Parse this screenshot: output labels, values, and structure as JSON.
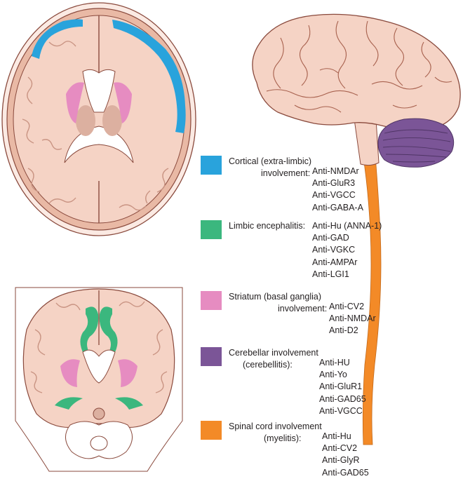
{
  "colors": {
    "cortical": "#29a3dc",
    "limbic": "#3bb77e",
    "striatum": "#e68cc1",
    "cerebellar": "#7b5597",
    "spinal": "#f38a27",
    "brain_fill": "#f5d3c5",
    "brain_outline": "#8a4a3d"
  },
  "legend": [
    {
      "key": "cortical",
      "color": "#29a3dc",
      "label_line1": "Cortical (extra-limbic)",
      "label_line2": "involvement:",
      "antibodies": [
        "Anti-NMDAr",
        "Anti-GluR3",
        "Anti-VGCC",
        "Anti-GABA-A"
      ]
    },
    {
      "key": "limbic",
      "color": "#3bb77e",
      "label_line1": "Limbic encephalitis:",
      "label_line2": "",
      "antibodies": [
        "Anti-Hu (ANNA-1)",
        "Anti-GAD",
        "Anti-VGKC",
        "Anti-AMPAr",
        "Anti-LGI1"
      ]
    },
    {
      "key": "striatum",
      "color": "#e68cc1",
      "label_line1": "Striatum (basal ganglia)",
      "label_line2": "involvement:",
      "antibodies": [
        "Anti-CV2",
        "Anti-NMDAr",
        "Anti-D2"
      ]
    },
    {
      "key": "cerebellar",
      "color": "#7b5597",
      "label_line1": "Cerebellar involvement",
      "label_line2": "(cerebellitis):",
      "antibodies": [
        "Anti-HU",
        "Anti-Yo",
        "Anti-GluR1",
        "Anti-GAD65",
        "Anti-VGCC"
      ]
    },
    {
      "key": "spinal",
      "color": "#f38a27",
      "label_line1": "Spinal cord involvement",
      "label_line2": "(myelitis):",
      "antibodies": [
        "Anti-Hu",
        "Anti-CV2",
        "Anti-GlyR",
        "Anti-GAD65"
      ]
    }
  ]
}
